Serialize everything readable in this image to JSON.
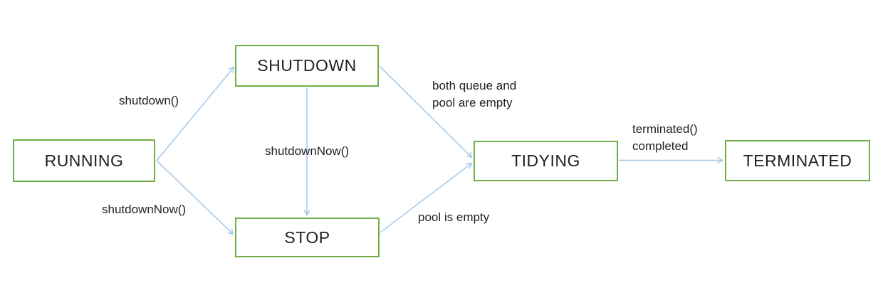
{
  "diagram": {
    "type": "state-diagram",
    "states": [
      {
        "id": "running",
        "label": "RUNNING"
      },
      {
        "id": "shutdown",
        "label": "SHUTDOWN"
      },
      {
        "id": "stop",
        "label": "STOP"
      },
      {
        "id": "tidying",
        "label": "TIDYING"
      },
      {
        "id": "terminated",
        "label": "TERMINATED"
      }
    ],
    "transitions": [
      {
        "from": "RUNNING",
        "to": "SHUTDOWN",
        "label": "shutdown()",
        "lines": [
          "shutdown()"
        ]
      },
      {
        "from": "RUNNING",
        "to": "STOP",
        "label": "shutdownNow()",
        "lines": [
          "shutdownNow()"
        ]
      },
      {
        "from": "SHUTDOWN",
        "to": "STOP",
        "label": "shutdownNow()",
        "lines": [
          "shutdownNow()"
        ]
      },
      {
        "from": "SHUTDOWN",
        "to": "TIDYING",
        "label": "both queue and pool are empty",
        "lines": [
          "both queue and",
          "pool are empty"
        ]
      },
      {
        "from": "STOP",
        "to": "TIDYING",
        "label": "pool is empty",
        "lines": [
          "pool is empty"
        ]
      },
      {
        "from": "TIDYING",
        "to": "TERMINATED",
        "label": "terminated() completed",
        "lines": [
          "terminated()",
          "completed"
        ]
      }
    ],
    "colors": {
      "box_border": "#70AD47",
      "arrow": "#9DC3E6",
      "text": "#1F1F1F",
      "background": "#FFFFFF"
    }
  }
}
